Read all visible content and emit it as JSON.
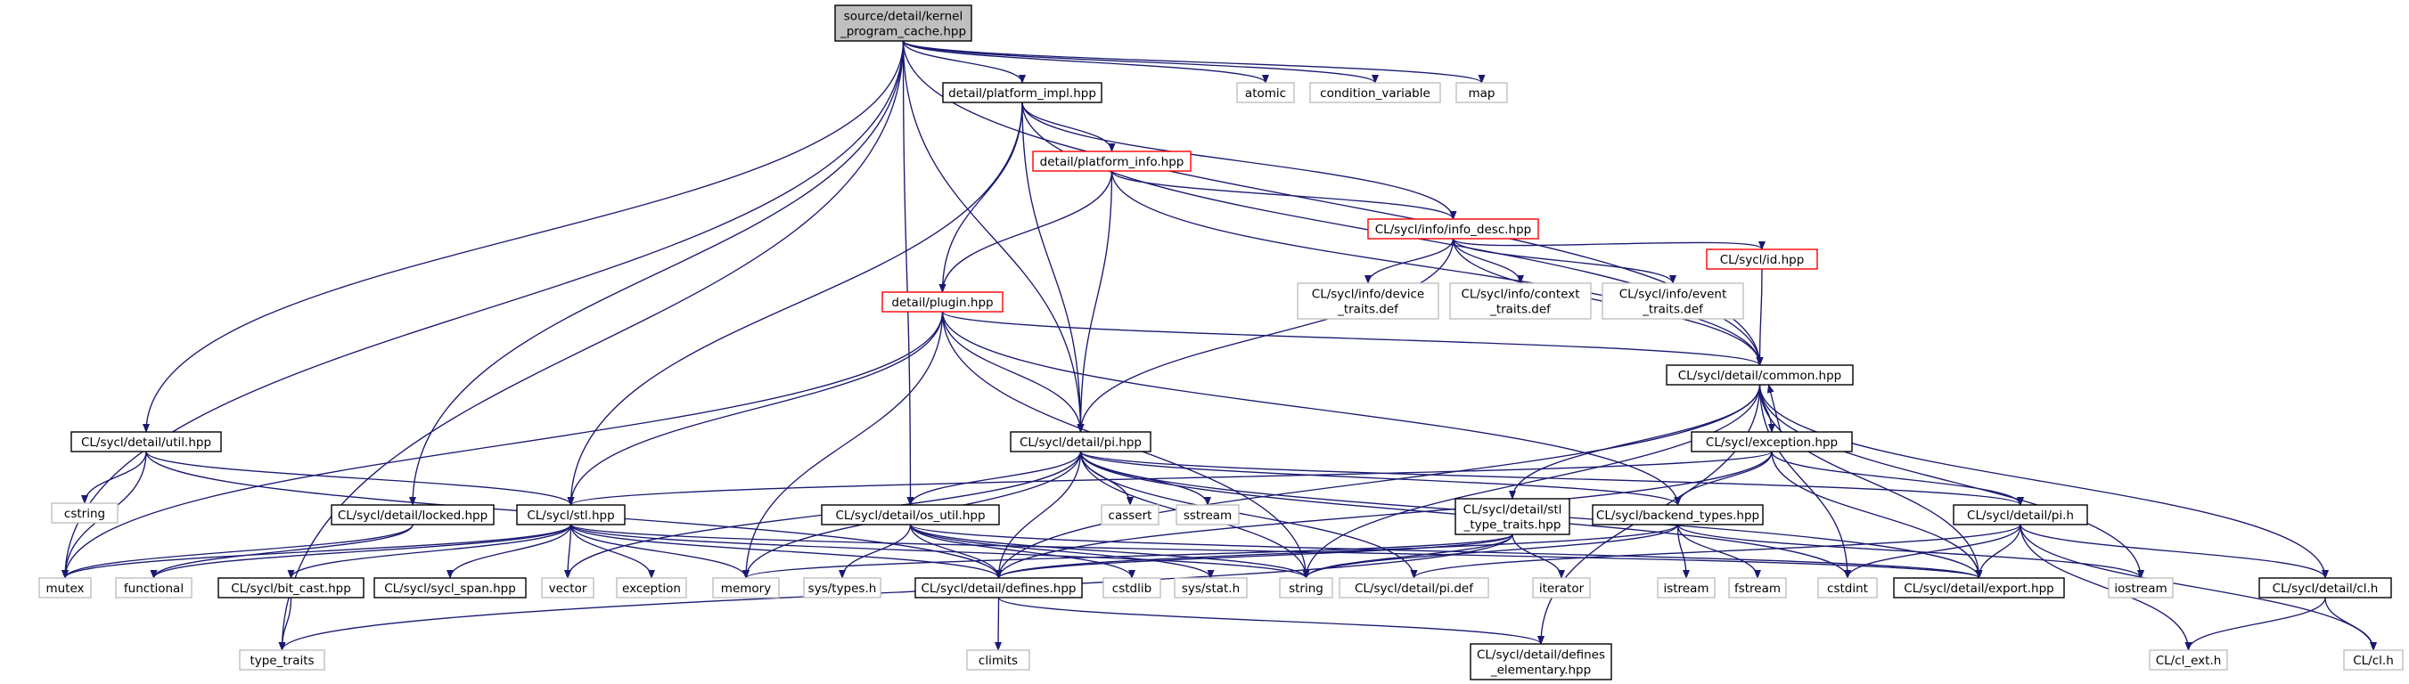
{
  "graph": {
    "colors": {
      "root_fill": "#bfbfbf",
      "edge": "#191970",
      "border_normal": "#000000",
      "border_truncated": "#ff0000",
      "border_external": "#bfbfbf",
      "text": "#000000"
    },
    "nodes": [
      {
        "id": "root",
        "lines": [
          "source/detail/kernel",
          "_program_cache.hpp"
        ],
        "style": "root"
      },
      {
        "id": "platform_impl",
        "lines": [
          "detail/platform_impl.hpp"
        ],
        "style": "normal"
      },
      {
        "id": "atomic",
        "lines": [
          "atomic"
        ],
        "style": "external"
      },
      {
        "id": "condvar",
        "lines": [
          "condition_variable"
        ],
        "style": "external"
      },
      {
        "id": "map",
        "lines": [
          "map"
        ],
        "style": "external"
      },
      {
        "id": "platform_info",
        "lines": [
          "detail/platform_info.hpp"
        ],
        "style": "truncated"
      },
      {
        "id": "info_desc",
        "lines": [
          "CL/sycl/info/info_desc.hpp"
        ],
        "style": "truncated"
      },
      {
        "id": "device_traits",
        "lines": [
          "CL/sycl/info/device",
          "_traits.def"
        ],
        "style": "external"
      },
      {
        "id": "context_traits",
        "lines": [
          "CL/sycl/info/context",
          "_traits.def"
        ],
        "style": "external"
      },
      {
        "id": "event_traits",
        "lines": [
          "CL/sycl/info/event",
          "_traits.def"
        ],
        "style": "external"
      },
      {
        "id": "id_hpp",
        "lines": [
          "CL/sycl/id.hpp"
        ],
        "style": "truncated"
      },
      {
        "id": "plugin",
        "lines": [
          "detail/plugin.hpp"
        ],
        "style": "truncated"
      },
      {
        "id": "common",
        "lines": [
          "CL/sycl/detail/common.hpp"
        ],
        "style": "normal"
      },
      {
        "id": "util",
        "lines": [
          "CL/sycl/detail/util.hpp"
        ],
        "style": "normal"
      },
      {
        "id": "pi_hpp",
        "lines": [
          "CL/sycl/detail/pi.hpp"
        ],
        "style": "normal"
      },
      {
        "id": "exception",
        "lines": [
          "CL/sycl/exception.hpp"
        ],
        "style": "normal"
      },
      {
        "id": "cstring",
        "lines": [
          "cstring"
        ],
        "style": "external"
      },
      {
        "id": "locked",
        "lines": [
          "CL/sycl/detail/locked.hpp"
        ],
        "style": "normal"
      },
      {
        "id": "stl",
        "lines": [
          "CL/sycl/stl.hpp"
        ],
        "style": "normal"
      },
      {
        "id": "os_util",
        "lines": [
          "CL/sycl/detail/os_util.hpp"
        ],
        "style": "normal"
      },
      {
        "id": "cassert",
        "lines": [
          "cassert"
        ],
        "style": "external"
      },
      {
        "id": "sstream",
        "lines": [
          "sstream"
        ],
        "style": "external"
      },
      {
        "id": "stl_type_traits",
        "lines": [
          "CL/sycl/detail/stl",
          "_type_traits.hpp"
        ],
        "style": "normal"
      },
      {
        "id": "backend_types",
        "lines": [
          "CL/sycl/backend_types.hpp"
        ],
        "style": "normal"
      },
      {
        "id": "pi_h",
        "lines": [
          "CL/sycl/detail/pi.h"
        ],
        "style": "normal"
      },
      {
        "id": "mutex",
        "lines": [
          "mutex"
        ],
        "style": "external"
      },
      {
        "id": "functional",
        "lines": [
          "functional"
        ],
        "style": "external"
      },
      {
        "id": "bit_cast",
        "lines": [
          "CL/sycl/bit_cast.hpp"
        ],
        "style": "normal"
      },
      {
        "id": "sycl_span",
        "lines": [
          "CL/sycl/sycl_span.hpp"
        ],
        "style": "normal"
      },
      {
        "id": "vector",
        "lines": [
          "vector"
        ],
        "style": "external"
      },
      {
        "id": "exception_std",
        "lines": [
          "exception"
        ],
        "style": "external"
      },
      {
        "id": "memory",
        "lines": [
          "memory"
        ],
        "style": "external"
      },
      {
        "id": "sys_types",
        "lines": [
          "sys/types.h"
        ],
        "style": "external"
      },
      {
        "id": "defines",
        "lines": [
          "CL/sycl/detail/defines.hpp"
        ],
        "style": "normal"
      },
      {
        "id": "cstdlib",
        "lines": [
          "cstdlib"
        ],
        "style": "external"
      },
      {
        "id": "sys_stat",
        "lines": [
          "sys/stat.h"
        ],
        "style": "external"
      },
      {
        "id": "string",
        "lines": [
          "string"
        ],
        "style": "external"
      },
      {
        "id": "pi_def",
        "lines": [
          "CL/sycl/detail/pi.def"
        ],
        "style": "external"
      },
      {
        "id": "iterator",
        "lines": [
          "iterator"
        ],
        "style": "external"
      },
      {
        "id": "istream",
        "lines": [
          "istream"
        ],
        "style": "external"
      },
      {
        "id": "fstream",
        "lines": [
          "fstream"
        ],
        "style": "external"
      },
      {
        "id": "cstdint",
        "lines": [
          "cstdint"
        ],
        "style": "external"
      },
      {
        "id": "export",
        "lines": [
          "CL/sycl/detail/export.hpp"
        ],
        "style": "normal"
      },
      {
        "id": "iostream",
        "lines": [
          "iostream"
        ],
        "style": "external"
      },
      {
        "id": "cl_hpp",
        "lines": [
          "CL/sycl/detail/cl.h"
        ],
        "style": "normal"
      },
      {
        "id": "type_traits",
        "lines": [
          "type_traits"
        ],
        "style": "external"
      },
      {
        "id": "climits",
        "lines": [
          "climits"
        ],
        "style": "external"
      },
      {
        "id": "defines_elem",
        "lines": [
          "CL/sycl/detail/defines",
          "_elementary.hpp"
        ],
        "style": "normal"
      },
      {
        "id": "cl_ext",
        "lines": [
          "CL/cl_ext.h"
        ],
        "style": "external"
      },
      {
        "id": "cl_h",
        "lines": [
          "CL/cl.h"
        ],
        "style": "external"
      }
    ],
    "edges": [
      [
        "root",
        "platform_impl"
      ],
      [
        "root",
        "atomic"
      ],
      [
        "root",
        "condvar"
      ],
      [
        "root",
        "map"
      ],
      [
        "root",
        "common"
      ],
      [
        "root",
        "pi_hpp"
      ],
      [
        "root",
        "util"
      ],
      [
        "root",
        "locked"
      ],
      [
        "root",
        "os_util"
      ],
      [
        "root",
        "mutex"
      ],
      [
        "root",
        "type_traits"
      ],
      [
        "platform_impl",
        "platform_info"
      ],
      [
        "platform_impl",
        "info_desc"
      ],
      [
        "platform_impl",
        "plugin"
      ],
      [
        "platform_impl",
        "pi_hpp"
      ],
      [
        "platform_impl",
        "common"
      ],
      [
        "platform_impl",
        "stl"
      ],
      [
        "platform_info",
        "info_desc"
      ],
      [
        "platform_info",
        "plugin"
      ],
      [
        "platform_info",
        "pi_hpp"
      ],
      [
        "platform_info",
        "common"
      ],
      [
        "info_desc",
        "device_traits"
      ],
      [
        "info_desc",
        "context_traits"
      ],
      [
        "info_desc",
        "event_traits"
      ],
      [
        "info_desc",
        "id_hpp"
      ],
      [
        "info_desc",
        "common"
      ],
      [
        "info_desc",
        "pi_hpp"
      ],
      [
        "id_hpp",
        "common"
      ],
      [
        "plugin",
        "common"
      ],
      [
        "plugin",
        "pi_hpp"
      ],
      [
        "plugin",
        "stl"
      ],
      [
        "plugin",
        "mutex"
      ],
      [
        "plugin",
        "memory"
      ],
      [
        "plugin",
        "backend_types"
      ],
      [
        "plugin",
        "string"
      ],
      [
        "common",
        "exception"
      ],
      [
        "common",
        "stl_type_traits"
      ],
      [
        "common",
        "cstdint"
      ],
      [
        "common",
        "string"
      ],
      [
        "common",
        "defines"
      ],
      [
        "common",
        "export"
      ],
      [
        "common",
        "iostream"
      ],
      [
        "common",
        "cl_hpp"
      ],
      [
        "common",
        "defines_elem"
      ],
      [
        "exception",
        "common"
      ],
      [
        "exception",
        "backend_types"
      ],
      [
        "exception",
        "pi_h"
      ],
      [
        "exception",
        "export"
      ],
      [
        "exception",
        "stl"
      ],
      [
        "exception",
        "defines"
      ],
      [
        "util",
        "cstring"
      ],
      [
        "util",
        "mutex"
      ],
      [
        "util",
        "stl"
      ],
      [
        "util",
        "defines"
      ],
      [
        "pi_hpp",
        "os_util"
      ],
      [
        "pi_hpp",
        "backend_types"
      ],
      [
        "pi_hpp",
        "pi_h"
      ],
      [
        "pi_hpp",
        "export"
      ],
      [
        "pi_hpp",
        "cassert"
      ],
      [
        "pi_hpp",
        "sstream"
      ],
      [
        "pi_hpp",
        "string"
      ],
      [
        "pi_hpp",
        "memory"
      ],
      [
        "pi_hpp",
        "vector"
      ],
      [
        "pi_hpp",
        "pi_def"
      ],
      [
        "pi_hpp",
        "cstdint"
      ],
      [
        "pi_hpp",
        "defines"
      ],
      [
        "locked",
        "mutex"
      ],
      [
        "locked",
        "functional"
      ],
      [
        "stl",
        "mutex"
      ],
      [
        "stl",
        "functional"
      ],
      [
        "stl",
        "bit_cast"
      ],
      [
        "stl",
        "sycl_span"
      ],
      [
        "stl",
        "vector"
      ],
      [
        "stl",
        "exception_std"
      ],
      [
        "stl",
        "memory"
      ],
      [
        "stl",
        "string"
      ],
      [
        "stl",
        "defines"
      ],
      [
        "stl",
        "export"
      ],
      [
        "os_util",
        "sys_types"
      ],
      [
        "os_util",
        "defines"
      ],
      [
        "os_util",
        "cstdlib"
      ],
      [
        "os_util",
        "sys_stat"
      ],
      [
        "os_util",
        "string"
      ],
      [
        "os_util",
        "export"
      ],
      [
        "stl_type_traits",
        "memory"
      ],
      [
        "stl_type_traits",
        "iterator"
      ],
      [
        "stl_type_traits",
        "type_traits"
      ],
      [
        "stl_type_traits",
        "defines"
      ],
      [
        "stl_type_traits",
        "string"
      ],
      [
        "backend_types",
        "istream"
      ],
      [
        "backend_types",
        "fstream"
      ],
      [
        "backend_types",
        "iostream"
      ],
      [
        "backend_types",
        "defines"
      ],
      [
        "backend_types",
        "string"
      ],
      [
        "pi_h",
        "cstdint"
      ],
      [
        "pi_h",
        "export"
      ],
      [
        "pi_h",
        "cl_hpp"
      ],
      [
        "pi_h",
        "cl_ext"
      ],
      [
        "pi_h",
        "cl_h"
      ],
      [
        "pi_h",
        "pi_def"
      ],
      [
        "bit_cast",
        "type_traits"
      ],
      [
        "defines",
        "climits"
      ],
      [
        "defines",
        "defines_elem"
      ],
      [
        "cl_hpp",
        "cl_ext"
      ],
      [
        "cl_hpp",
        "cl_h"
      ]
    ]
  }
}
